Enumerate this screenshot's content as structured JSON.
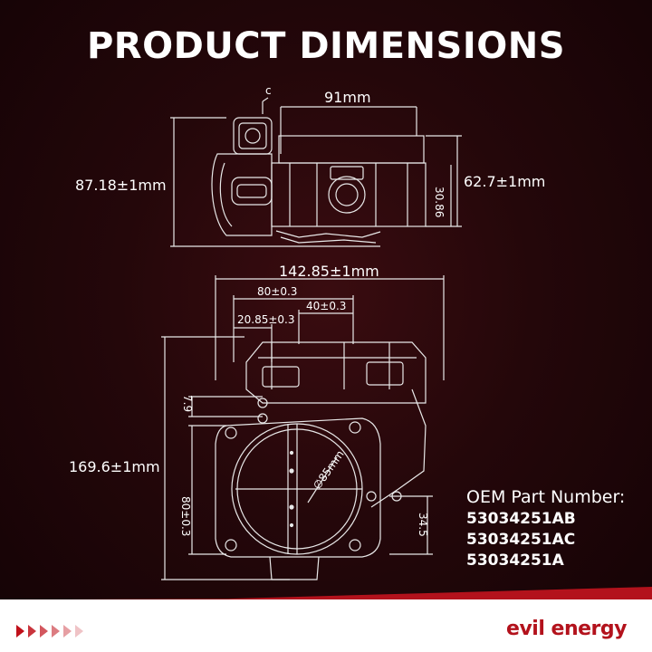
{
  "title": "PRODUCT DIMENSIONS",
  "top_view": {
    "width_label": "91mm",
    "height_label": "87.18±1mm",
    "right_height_label": "62.7±1mm",
    "inner_label": "30.86",
    "connector_letter": "c"
  },
  "front_view": {
    "overall_width_label": "142.85±1mm",
    "dim_80_label": "80±0.3",
    "dim_40_label": "40±0.3",
    "dim_20_label": "20.85±0.3",
    "dim_7_label": "7.9",
    "height_label": "169.6±1mm",
    "vertical_80_label": "80±0.3",
    "bore_label": "∅85mm",
    "right_small_label": "34.5"
  },
  "oem": {
    "label": "OEM Part Number:",
    "parts": [
      "53034251AB",
      "53034251AC",
      "53034251A"
    ]
  },
  "brand": "evil energy",
  "colors": {
    "background": "#24070a",
    "accent": "#b3121c",
    "line": "#ffffff"
  }
}
